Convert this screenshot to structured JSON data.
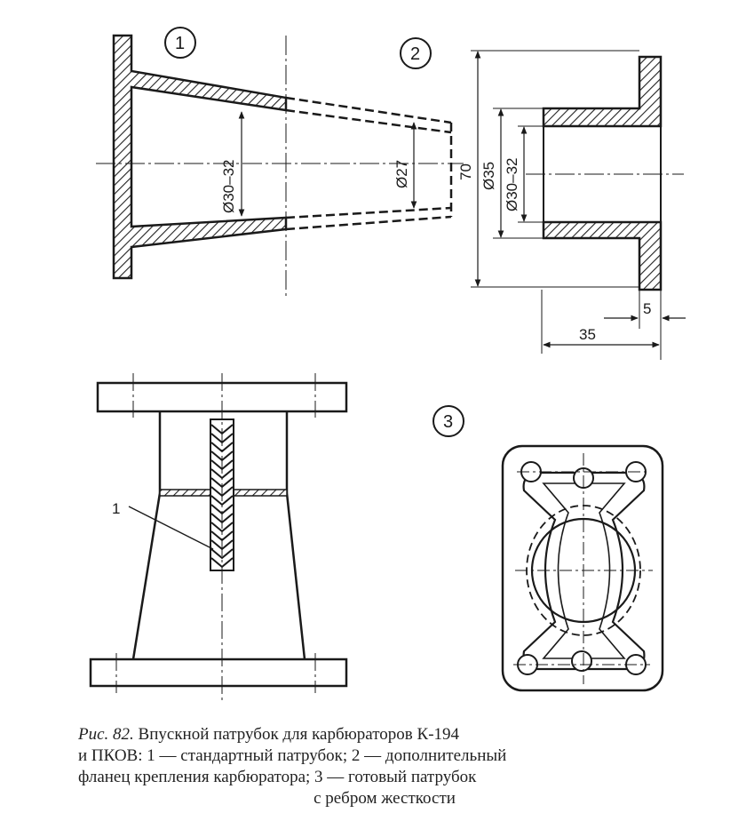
{
  "figure": {
    "part_numbers": {
      "p1": "1",
      "p2": "2",
      "p3": "3"
    },
    "dimensions": {
      "d_30_32_left": "Ø30–32",
      "d_27": "Ø27",
      "d_70": "70",
      "d_35": "Ø35",
      "d_30_32_right": "Ø30–32",
      "len_5": "5",
      "len_35": "35"
    },
    "leader_label": "1"
  },
  "caption": {
    "fig_label": "Рис. 82.",
    "line1": "Впускной патрубок для карбюраторов К-194",
    "line2": "и ПКОВ: 1 — стандартный патрубок; 2 — дополнительный",
    "line3": "фланец крепления карбюратора; 3 — готовый патрубок",
    "line4": "с ребром жесткости"
  }
}
